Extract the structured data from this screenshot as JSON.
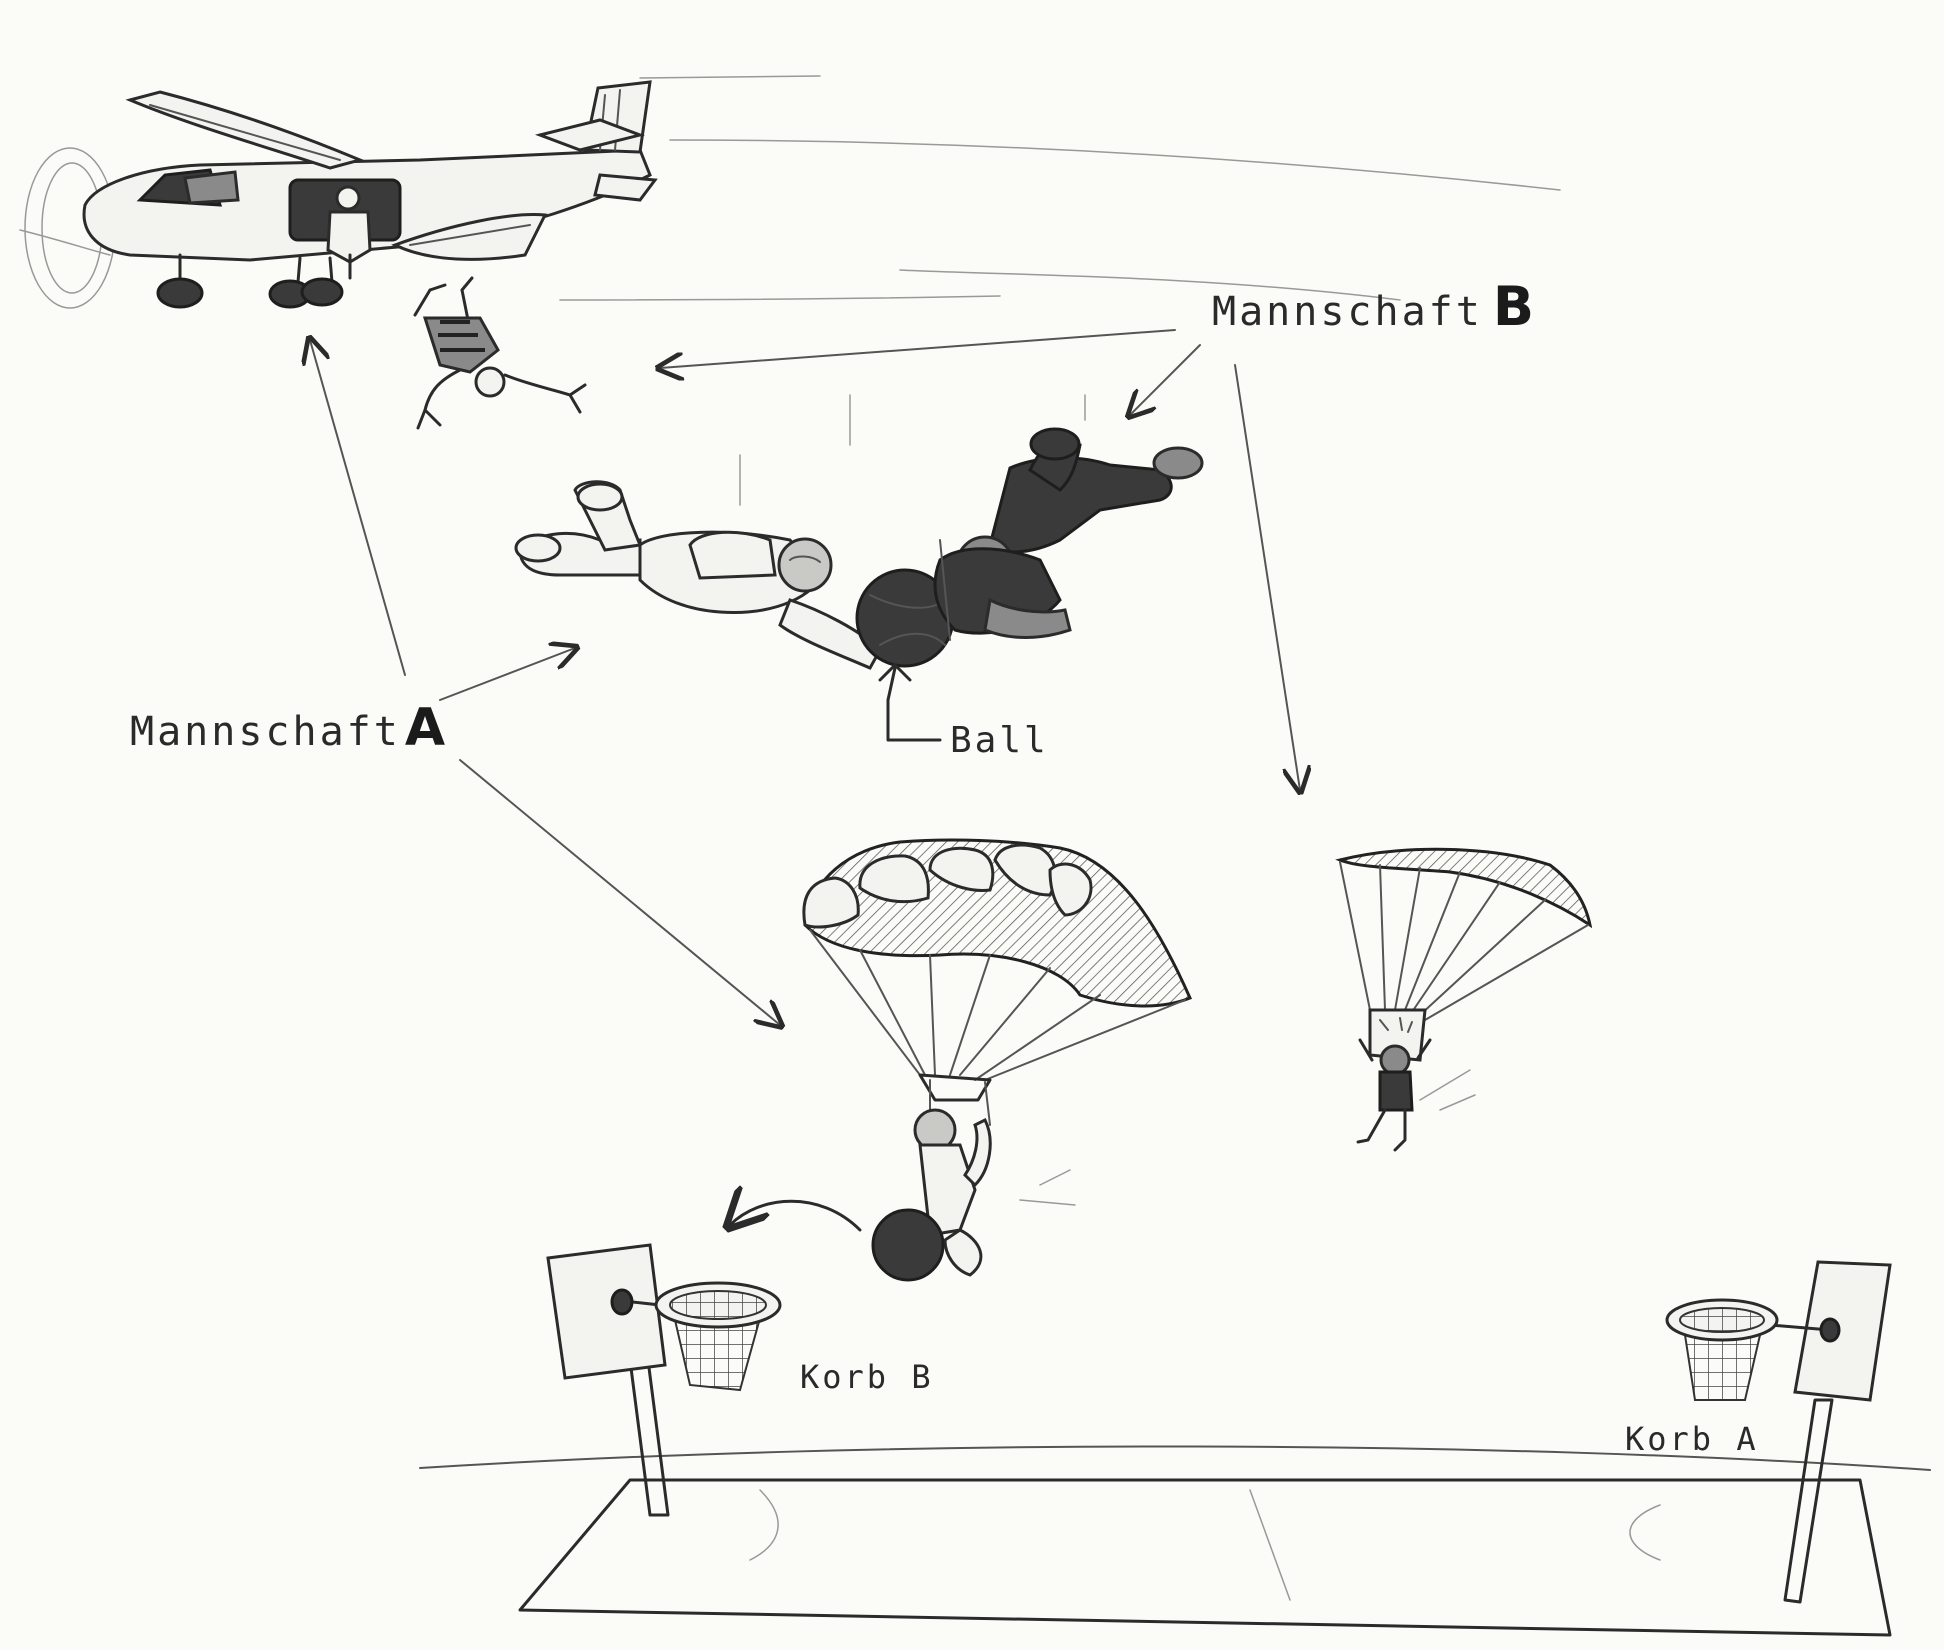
{
  "labels": {
    "team_a_prefix": "Mannschaft",
    "team_a_letter": "A",
    "team_b_prefix": "Mannschaft",
    "team_b_letter": "B",
    "ball": "Ball",
    "basket_b": "Korb B",
    "basket_a": "Korb A"
  },
  "icons": {
    "airplane": "airplane-icon",
    "freefall": "skydiver-icon",
    "parachute": "parachute-icon",
    "ball": "ball-icon",
    "basket": "basketball-hoop-icon"
  },
  "colors": {
    "ink": "#2b2b2b",
    "paper": "#fbfbf8",
    "shade": "#8a8a8a"
  }
}
